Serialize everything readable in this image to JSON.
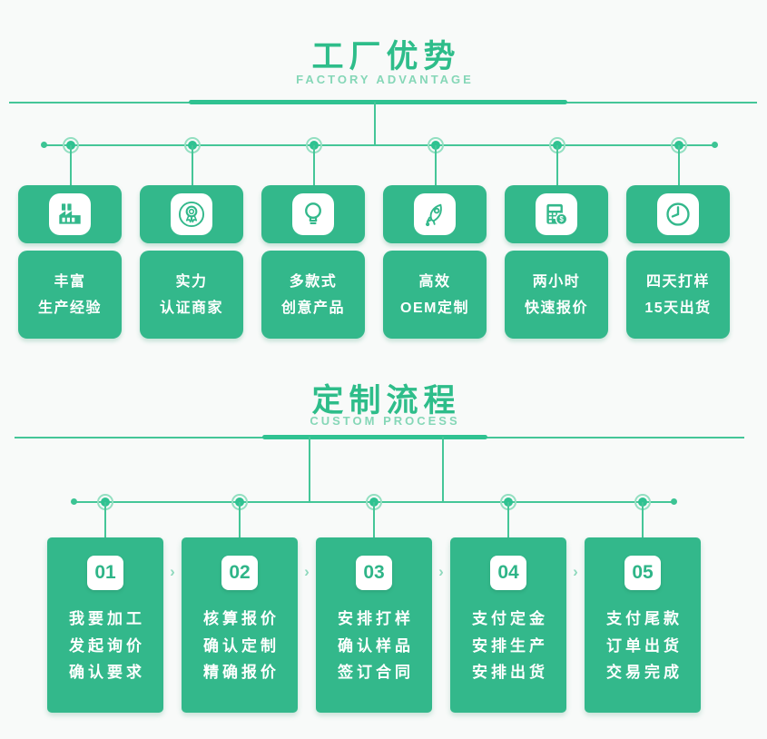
{
  "theme": {
    "card_green": "#33b88b",
    "line_green": "#45c698",
    "thick_line_green": "#2fc291",
    "title_green": "#2ebd8a",
    "subtitle_green": "#85d7b7",
    "chevron_green": "#8fd9bd",
    "background": "#f8faf9",
    "card_text": "#ffffff"
  },
  "sections": [
    {
      "title": "工厂优势",
      "subtitle": "FACTORY ADVANTAGE",
      "cards": [
        {
          "icon": "factory-icon",
          "lines": [
            "丰富",
            "生产经验"
          ]
        },
        {
          "icon": "medal-icon",
          "lines": [
            "实力",
            "认证商家"
          ]
        },
        {
          "icon": "bulb-icon",
          "lines": [
            "多款式",
            "创意产品"
          ]
        },
        {
          "icon": "rocket-icon",
          "lines": [
            "高效",
            "OEM定制"
          ]
        },
        {
          "icon": "calculator-icon",
          "lines": [
            "两小时",
            "快速报价"
          ]
        },
        {
          "icon": "clock-icon",
          "lines": [
            "四天打样",
            "15天出货"
          ]
        }
      ]
    },
    {
      "title": "定制流程",
      "subtitle": "CUSTOM PROCESS",
      "step_separator": "›",
      "steps": [
        {
          "number": "01",
          "lines": [
            "我要加工",
            "发起询价",
            "确认要求"
          ]
        },
        {
          "number": "02",
          "lines": [
            "核算报价",
            "确认定制",
            "精确报价"
          ]
        },
        {
          "number": "03",
          "lines": [
            "安排打样",
            "确认样品",
            "签订合同"
          ]
        },
        {
          "number": "04",
          "lines": [
            "支付定金",
            "安排生产",
            "安排出货"
          ]
        },
        {
          "number": "05",
          "lines": [
            "支付尾款",
            "订单出货",
            "交易完成"
          ]
        }
      ]
    }
  ]
}
